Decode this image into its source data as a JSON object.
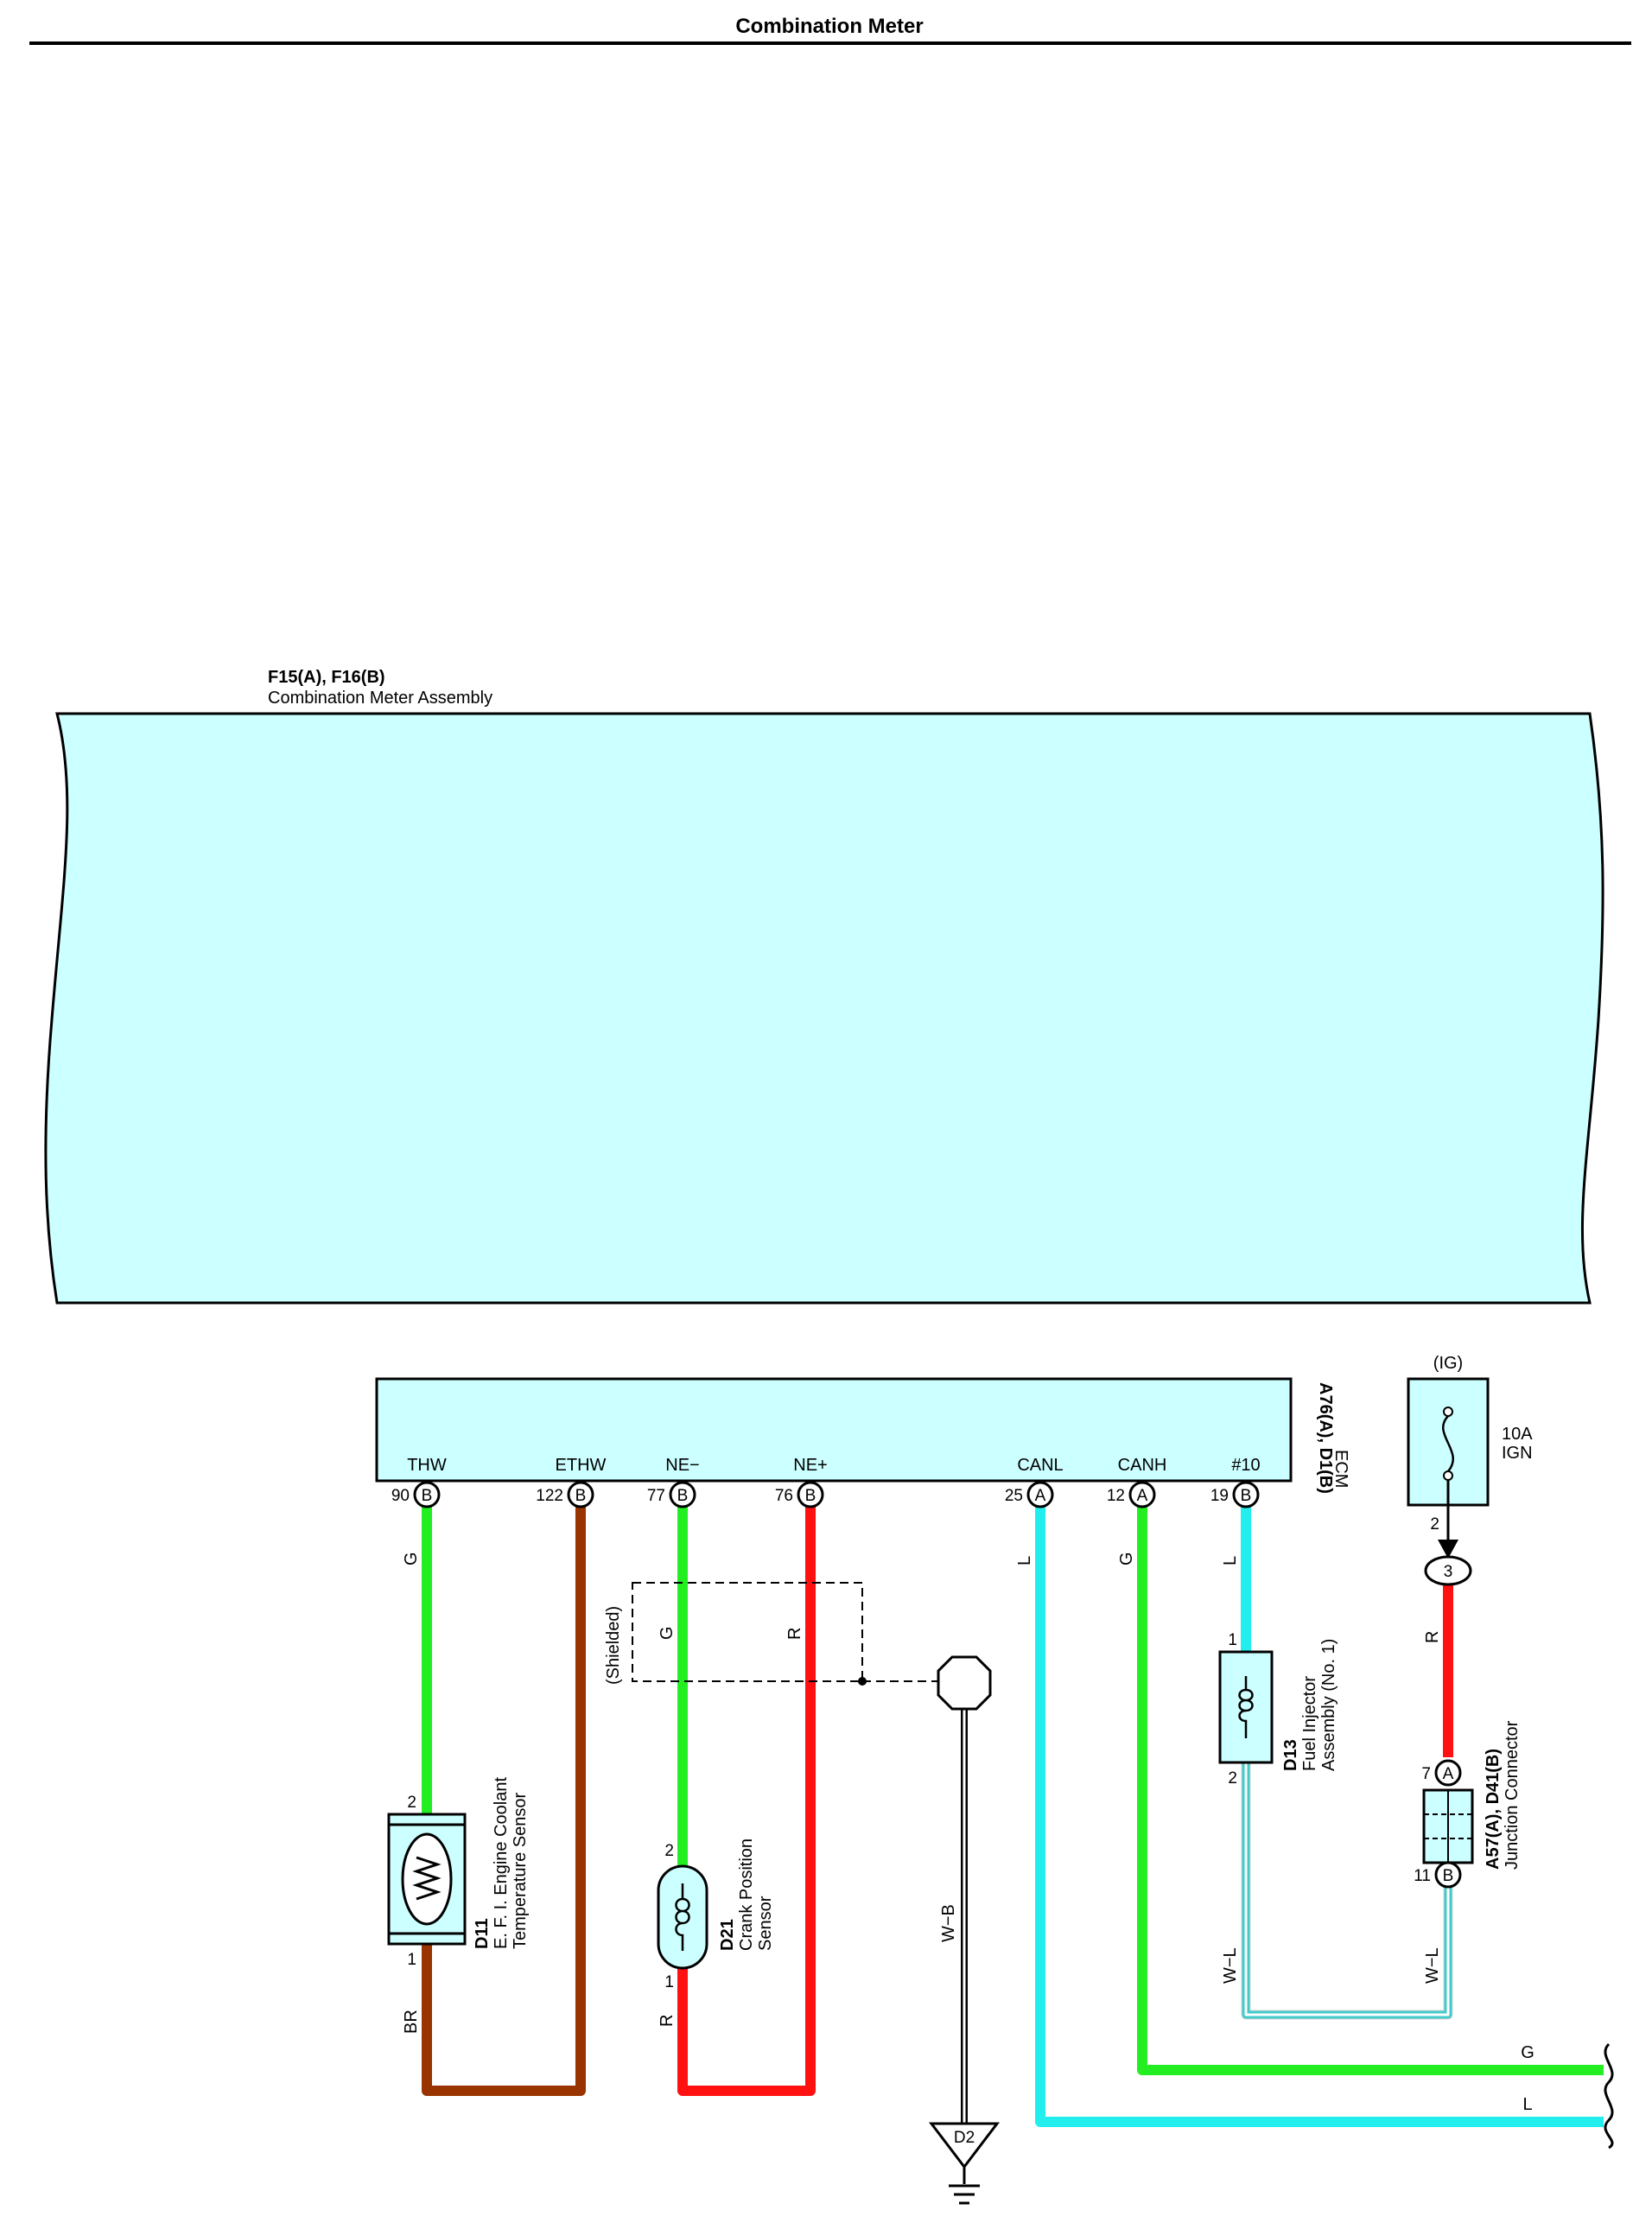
{
  "title": "Combination Meter",
  "meter": {
    "ref": "F15(A), F16(B)",
    "name": "Combination Meter Assembly"
  },
  "ecm": {
    "ref": "A76(A), D1(B)",
    "name": "ECM",
    "pins": [
      {
        "signal": "THW",
        "number": "90",
        "connector": "B",
        "wire": "G"
      },
      {
        "signal": "ETHW",
        "number": "122",
        "connector": "B",
        "wire": ""
      },
      {
        "signal": "NE−",
        "number": "77",
        "connector": "B",
        "wire": "G"
      },
      {
        "signal": "NE+",
        "number": "76",
        "connector": "B",
        "wire": "R"
      },
      {
        "signal": "CANL",
        "number": "25",
        "connector": "A",
        "wire": "L"
      },
      {
        "signal": "CANH",
        "number": "12",
        "connector": "A",
        "wire": "G"
      },
      {
        "signal": "#10",
        "number": "19",
        "connector": "B",
        "wire": "L"
      }
    ]
  },
  "fuse": {
    "source": "(IG)",
    "rating": "10A",
    "name": "IGN",
    "pin_out": "2",
    "junction_pin": "3",
    "wire": "R"
  },
  "coolant_sensor": {
    "ref": "D11",
    "name_line1": "E. F. I.  Engine Coolant",
    "name_line2": "Temperature Sensor",
    "pin_top": "2",
    "pin_bottom": "1",
    "wire_bottom": "BR"
  },
  "crank_sensor": {
    "ref": "D21",
    "name_line1": "Crank Position",
    "name_line2": "Sensor",
    "pin_top": "2",
    "pin_bottom": "1",
    "wire_bottom": "R",
    "shield_label": "(Shielded)"
  },
  "injector": {
    "ref": "D13",
    "name_line1": "Fuel Injector",
    "name_line2": "Assembly (No.  1)",
    "pin_top": "1",
    "pin_bottom": "2",
    "wire_bottom": "W−L"
  },
  "junction": {
    "ref": "A57(A), D41(B)",
    "name": "Junction Connector",
    "pin_top": "7",
    "pin_top_connector": "A",
    "pin_bottom": "11",
    "pin_bottom_connector": "B",
    "wire_bottom": "W−L"
  },
  "ground": {
    "wire": "W−B",
    "ref": "D2"
  },
  "can_bus": {
    "canh_wire": "G",
    "canl_wire": "L"
  },
  "colors": {
    "green": "#22ee22",
    "brown": "#993300",
    "red": "#ff1111",
    "cyan": "#22eeee",
    "box_fill": "#ccffff"
  }
}
